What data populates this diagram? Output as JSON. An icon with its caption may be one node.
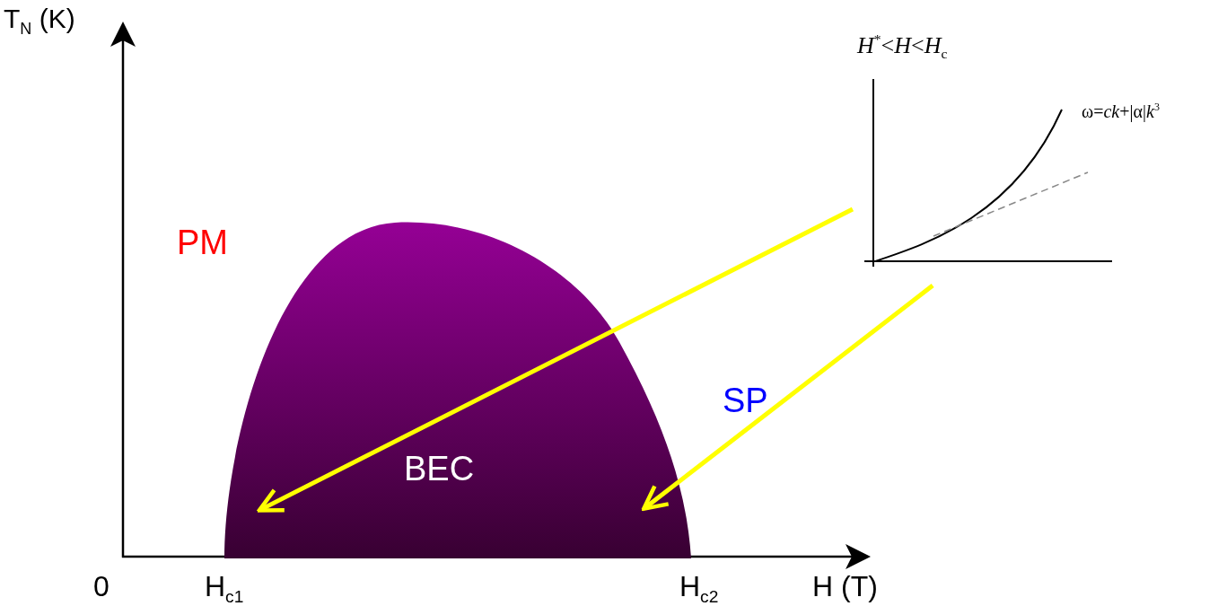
{
  "diagram": {
    "nodes": [
      {
        "text": [
          "*H*$^{*}$<*H*<*H*$_{c}$",
          "ω=*ck*+|α|*k*$^{3}$"
        ]
      },
      {
        "text": [
          "BEC"
        ]
      }
    ],
    "edges": [
      {
        "from": 0,
        "to": 1,
        "arrow": "to"
      },
      {
        "from": 0,
        "to": 1,
        "arrow": "to"
      }
    ],
    "labels": [
      "T$_{N}$ (K)",
      "PM",
      "SP",
      "0",
      "H$_{c1}$",
      "H$_{c2}$",
      "H (T)"
    ]
  }
}
